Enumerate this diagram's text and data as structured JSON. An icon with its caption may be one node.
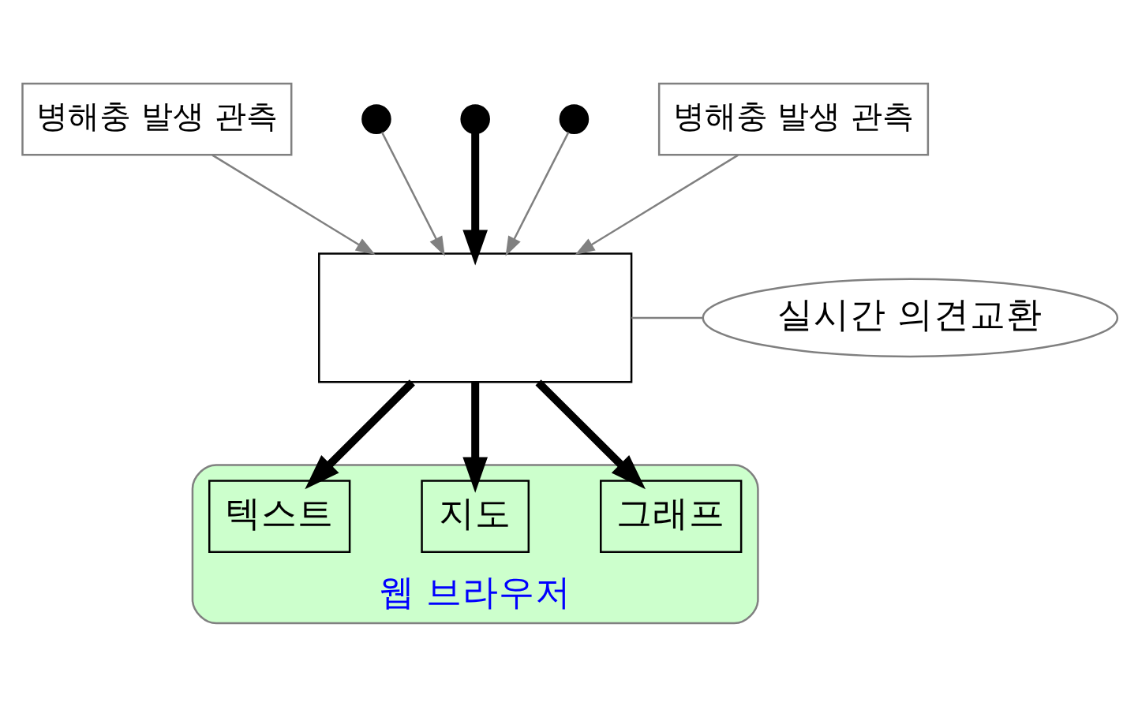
{
  "diagram": {
    "nodes": [
      {
        "text": [
          "병해충 발생 관측"
        ]
      },
      {
        "text": [],
        "shape": "circle"
      },
      {
        "text": [],
        "shape": "circle"
      },
      {
        "text": [],
        "shape": "circle"
      },
      {
        "text": [
          "병해충 발생 관측"
        ]
      },
      {
        "text": [],
        "shape": "box"
      },
      {
        "text": [
          "실시간 의견교환"
        ]
      },
      {
        "text": [
          "웹 브라우저"
        ]
      },
      {
        "text": [
          "텍스트"
        ],
        "in": 7
      },
      {
        "text": [
          "지도"
        ],
        "in": 7
      },
      {
        "text": [
          "그래프"
        ],
        "in": 7
      }
    ],
    "edges": [
      {
        "from": 0,
        "to": 5,
        "arrow": "to"
      },
      {
        "from": 1,
        "to": 5,
        "arrow": "to"
      },
      {
        "from": 2,
        "to": 5,
        "arrow": "to",
        "style": "thick",
        "color": "#000000"
      },
      {
        "from": 3,
        "to": 5,
        "arrow": "to"
      },
      {
        "from": 4,
        "to": 5,
        "arrow": "to"
      },
      {
        "from": 5,
        "to": 6,
        "arrow": "none"
      },
      {
        "from": 5,
        "to": 8,
        "arrow": "to",
        "style": "thick",
        "color": "#000000"
      },
      {
        "from": 5,
        "to": 9,
        "arrow": "to",
        "style": "thick",
        "color": "#000000"
      },
      {
        "from": 5,
        "to": 10,
        "arrow": "to",
        "style": "thick",
        "color": "#000000"
      }
    ]
  }
}
